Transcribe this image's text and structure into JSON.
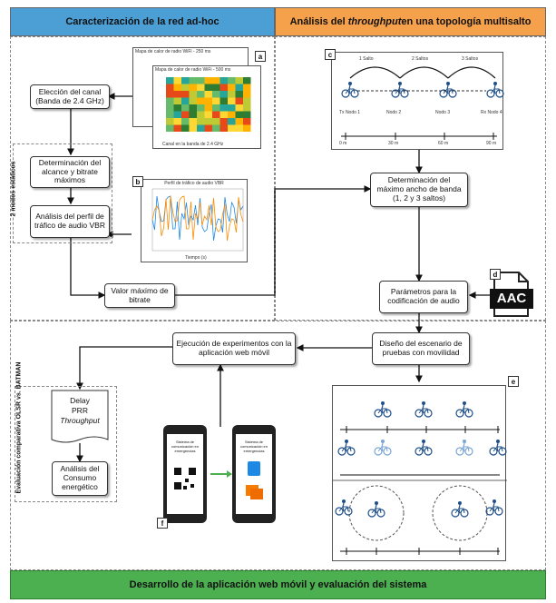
{
  "headers": {
    "left": "Caracterización de la red ad-hoc",
    "right_prefix": "Análisis del ",
    "right_italic": "throughput",
    "right_suffix": " en una topología multisalto"
  },
  "footer": "Desarrollo de la aplicación web móvil y evaluación del sistema",
  "boxes": {
    "channel": "Elección del canal (Banda de 2.4 GHz)",
    "range": "Determinación del alcance y bitrate máximos",
    "traffic": "Análisis del perfil de tráfico de audio VBR",
    "max_bitrate": "Valor máximo de bitrate",
    "bandwidth": "Determinación del máximo ancho de banda (1, 2 y 3 saltos)",
    "codec": "Parámetros para la codificación de audio",
    "scenario": "Diseño del escenario de pruebas con movilidad",
    "experiments": "Ejecución de experimentos con la aplicación web móvil",
    "eval_metrics_1": "Delay",
    "eval_metrics_2": "PRR",
    "eval_metrics_3": "Throughput",
    "energy": "Análisis del Consumo energético"
  },
  "side_labels": {
    "static_modes": "2 modos estáticos",
    "comparison": "Evaluación comparativa OLSR vs. BATMAN"
  },
  "badges": {
    "a": "a",
    "b": "b",
    "c": "c",
    "d": "d",
    "e": "e",
    "f": "f"
  },
  "fig_a": {
    "title_back": "Mapa de calor de radio WiFi - 250 ms",
    "title_front": "Mapa de calor de radio WiFi - 500 ms",
    "xlabel": "Canal en la banda de 2.4 GHz"
  },
  "fig_b": {
    "title": "Perfil de tráfico de audio VBR",
    "xlabel": "Tiempo (s)"
  },
  "fig_c": {
    "hops": [
      "1 Salto",
      "2 Saltos",
      "3 Saltos"
    ],
    "distances": [
      "0 m",
      "30 m",
      "60 m",
      "90 m"
    ],
    "nodes": [
      "Tx Nodo 1",
      "Nodo 2",
      "Nodo 3",
      "Rx Nodo 4"
    ]
  },
  "aac_label": "AAC",
  "phone_text": "Sistema de comunicación en emergencias",
  "colors": {
    "blue_header": "#4b9fd5",
    "orange_header": "#f5a04a",
    "green_footer": "#4caf50"
  }
}
